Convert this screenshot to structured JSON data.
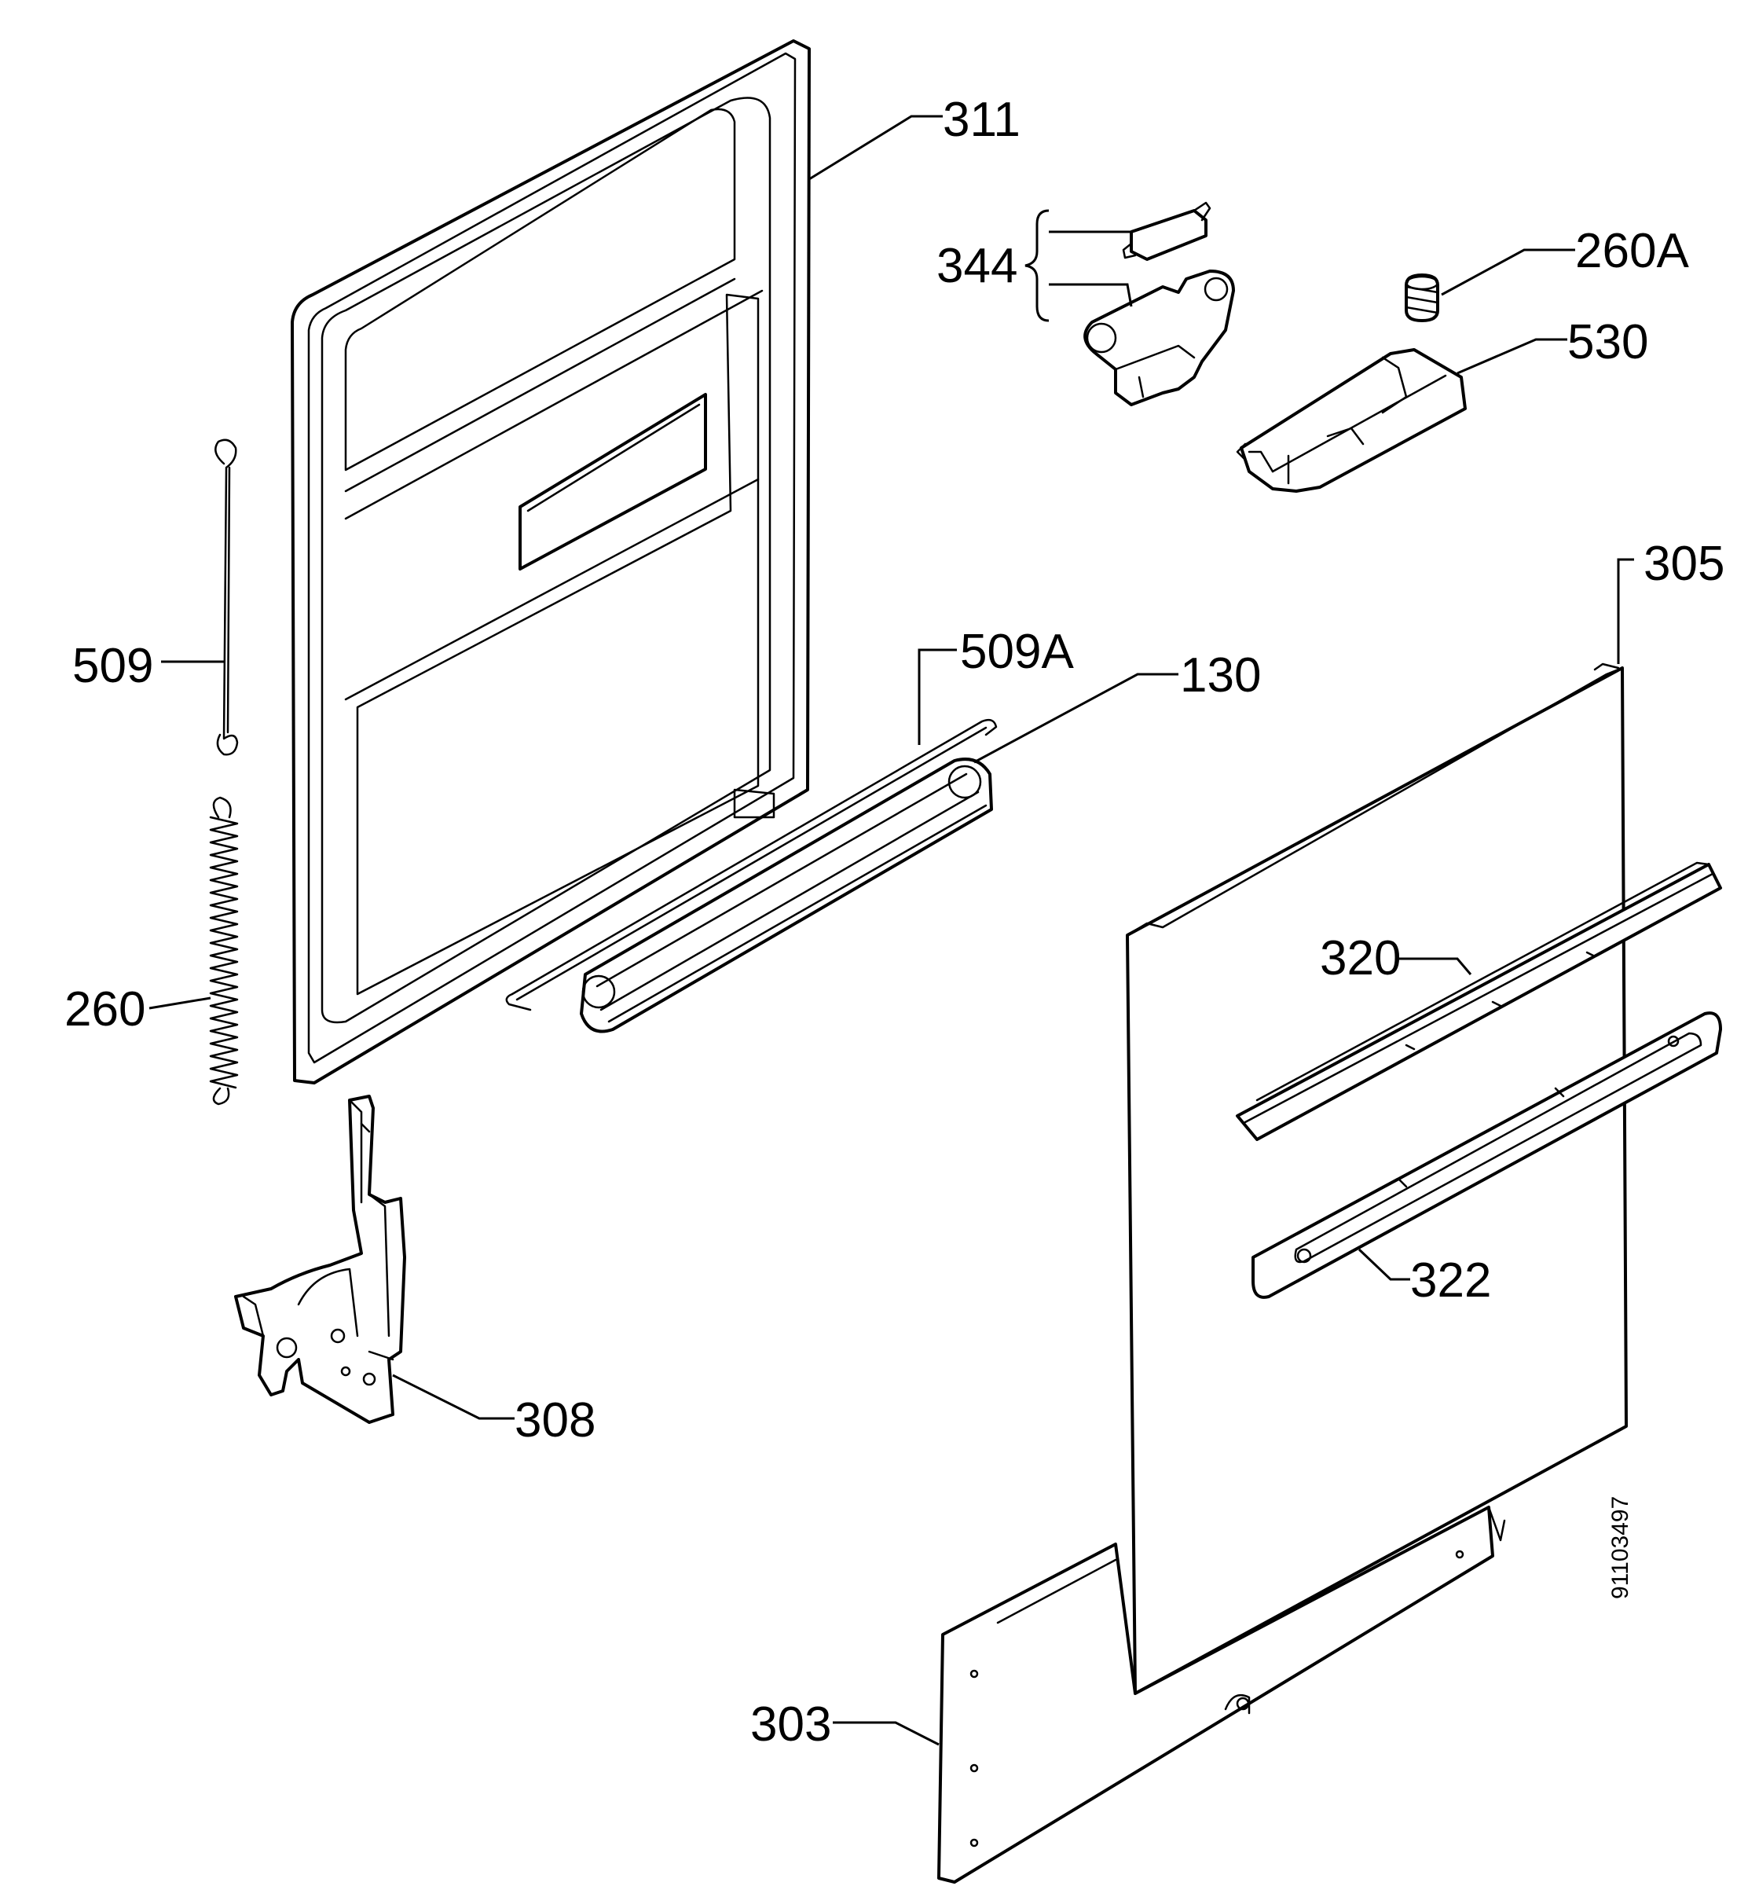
{
  "labels": {
    "p311": "311",
    "p344": "344",
    "p260A": "260A",
    "p530": "530",
    "p305": "305",
    "p509": "509",
    "p509A": "509A",
    "p130": "130",
    "p260": "260",
    "p320": "320",
    "p322": "322",
    "p308": "308",
    "p303": "303"
  },
  "document_number": "91103497"
}
